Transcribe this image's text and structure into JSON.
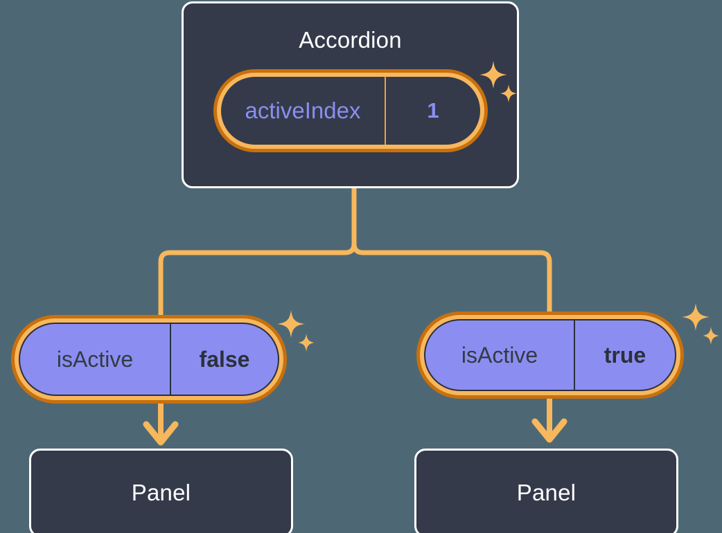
{
  "theme": {
    "background": "#4d6874",
    "box_fill": "#343a4a",
    "box_border": "#ffffff",
    "ring_outer": "#c8700e",
    "ring_inner": "#f7b75c",
    "connector": "#f7b75c",
    "pill_fill_leaf": "#8b8ef0",
    "pill_text_accordion": "#8b8ef0",
    "pill_text_leaf": "#333a46",
    "sparkle": "#f8b95e"
  },
  "diagram": {
    "root": {
      "title": "Accordion",
      "state": {
        "key": "activeIndex",
        "value": "1"
      }
    },
    "children": [
      {
        "state": {
          "key": "isActive",
          "value": "false"
        },
        "node": {
          "title": "Panel"
        }
      },
      {
        "state": {
          "key": "isActive",
          "value": "true"
        },
        "node": {
          "title": "Panel"
        }
      }
    ]
  },
  "icons": {
    "sparkle_large": "sparkle-four-point-large",
    "sparkle_small": "sparkle-four-point-small",
    "arrow": "arrow-down"
  }
}
